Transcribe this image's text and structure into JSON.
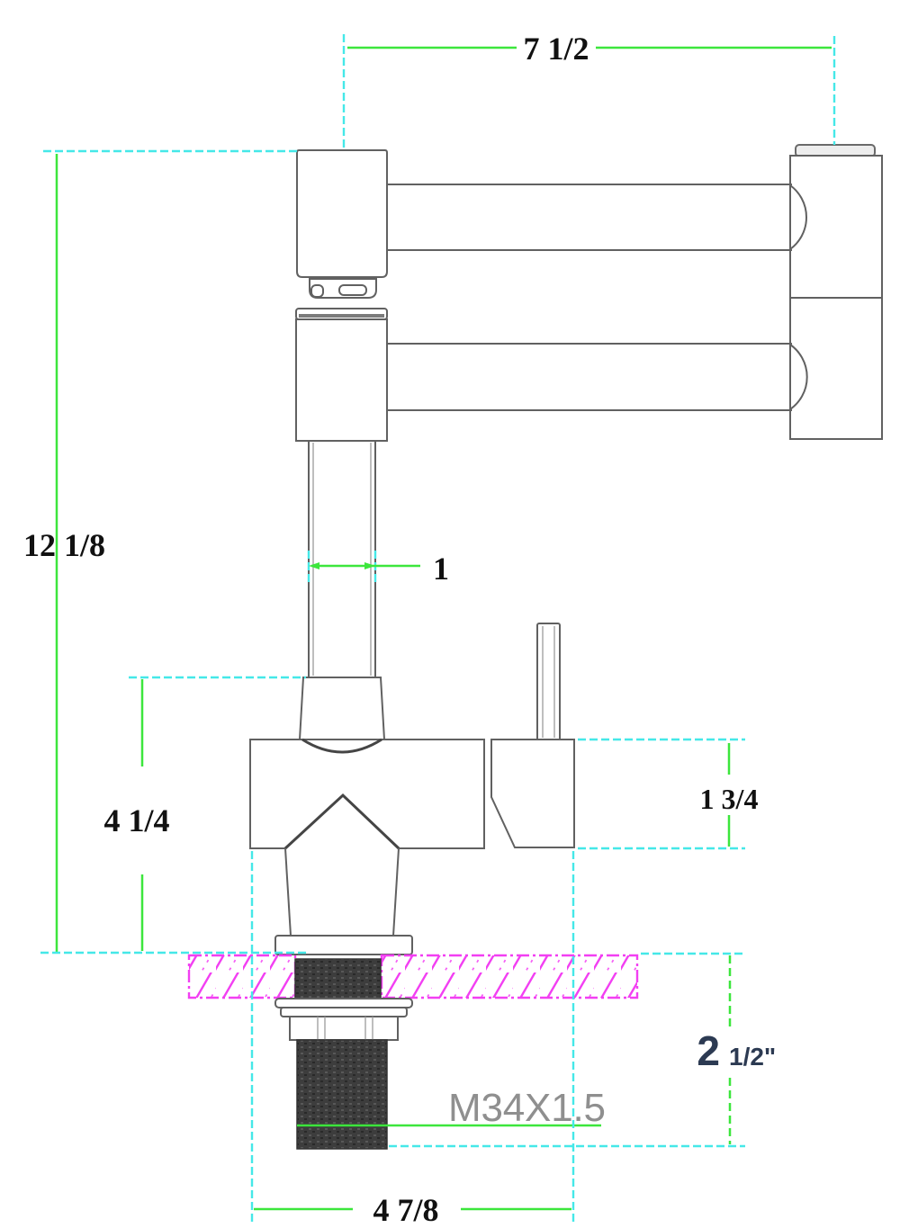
{
  "drawing": {
    "type": "faucet-installation-dimension-drawing",
    "dimensions": {
      "spout_reach": "7 1/2",
      "overall_height": "12 1/8",
      "riser_tube_width": "1",
      "deck_to_body_height": "4 1/4",
      "valve_body_height": "1 3/4",
      "below_deck_whole": "2",
      "below_deck_fraction": "1/2\"",
      "thread_spec": "M34X1.5",
      "deck_span": "4 7/8"
    },
    "colors": {
      "dimension_line_green": "#3ce63c",
      "extension_line_cyan": "#45e8e8",
      "outline_gray": "#616161",
      "countertop_hatch_magenta": "#f23ff2",
      "thread_dark": "#3d3d3d",
      "label_black": "#111111",
      "label_navy": "#2c3a52",
      "label_gray": "#8f8f8f"
    }
  }
}
